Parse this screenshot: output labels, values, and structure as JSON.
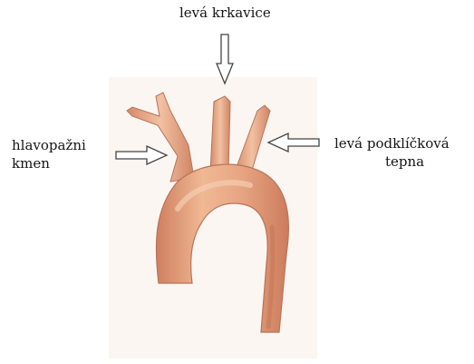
{
  "labels": {
    "top": "levá krkavice",
    "left": [
      "hlavopažni",
      "kmen"
    ],
    "right": [
      "levá podklíčková",
      "tepna"
    ]
  },
  "colors": {
    "vessel_fill": "#e8a985",
    "vessel_shade": "#cf7f5e",
    "vessel_highlight": "#f3c5a8",
    "vessel_outline": "#b8735a",
    "arrow": "#444444",
    "text": "#151515"
  },
  "icons": [
    "arrow-down-icon",
    "arrow-right-icon",
    "arrow-left-icon"
  ]
}
